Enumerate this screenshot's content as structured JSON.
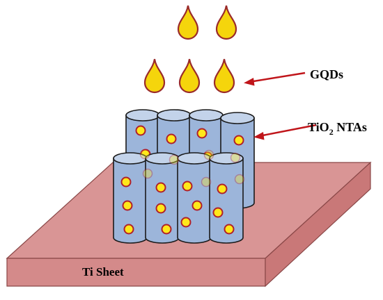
{
  "labels": {
    "gqds": "GQDs",
    "tio2_prefix": "TiO",
    "tio2_subscript": "2",
    "tio2_suffix": " NTAs",
    "ti_sheet": "Ti Sheet"
  },
  "colors": {
    "sheet_top": "#d99595",
    "sheet_front": "#d48a8a",
    "sheet_side": "#c97878",
    "sheet_edge": "#8a4848",
    "tube_fill": "#9cb5da",
    "tube_top": "#c3d3ea",
    "tube_stroke": "#1a1a1a",
    "dot_fill": "#ffe81a",
    "dot_stroke": "#b0202a",
    "drop_fill": "#f5d50c",
    "drop_stroke": "#9a2a2a",
    "arrow": "#c0151a"
  },
  "icons": {
    "drop": "quantum-dot-drop-icon",
    "tube": "nanotube-cylinder",
    "arrow": "pointer-arrow-icon"
  }
}
